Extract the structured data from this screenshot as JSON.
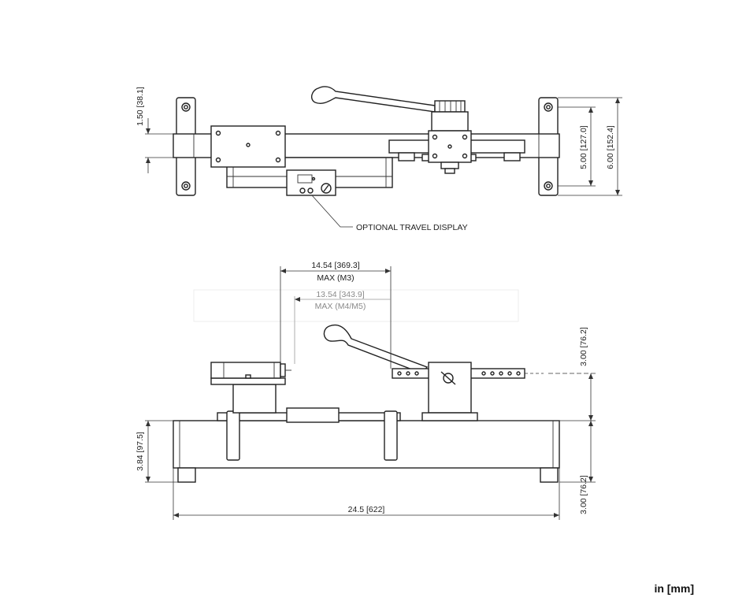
{
  "top_view": {
    "dim_left": "1.50 [38.1]",
    "dim_right_inner": "5.00 [127.0]",
    "dim_right_outer": "6.00 [152.4]",
    "callout": "OPTIONAL TRAVEL DISPLAY"
  },
  "side_view": {
    "dim_max_m3_value": "14.54 [369.3]",
    "dim_max_m3_label": "MAX (M3)",
    "dim_max_m4_value": "13.54 [343.9]",
    "dim_max_m4_label": "MAX (M4/M5)",
    "dim_height_upper": "3.00 [76.2]",
    "dim_height_lower": "3.00 [76.2]",
    "dim_base_height": "3.84 [97.5]",
    "dim_width": "24.5 [622]"
  },
  "units_label": "in [mm]"
}
